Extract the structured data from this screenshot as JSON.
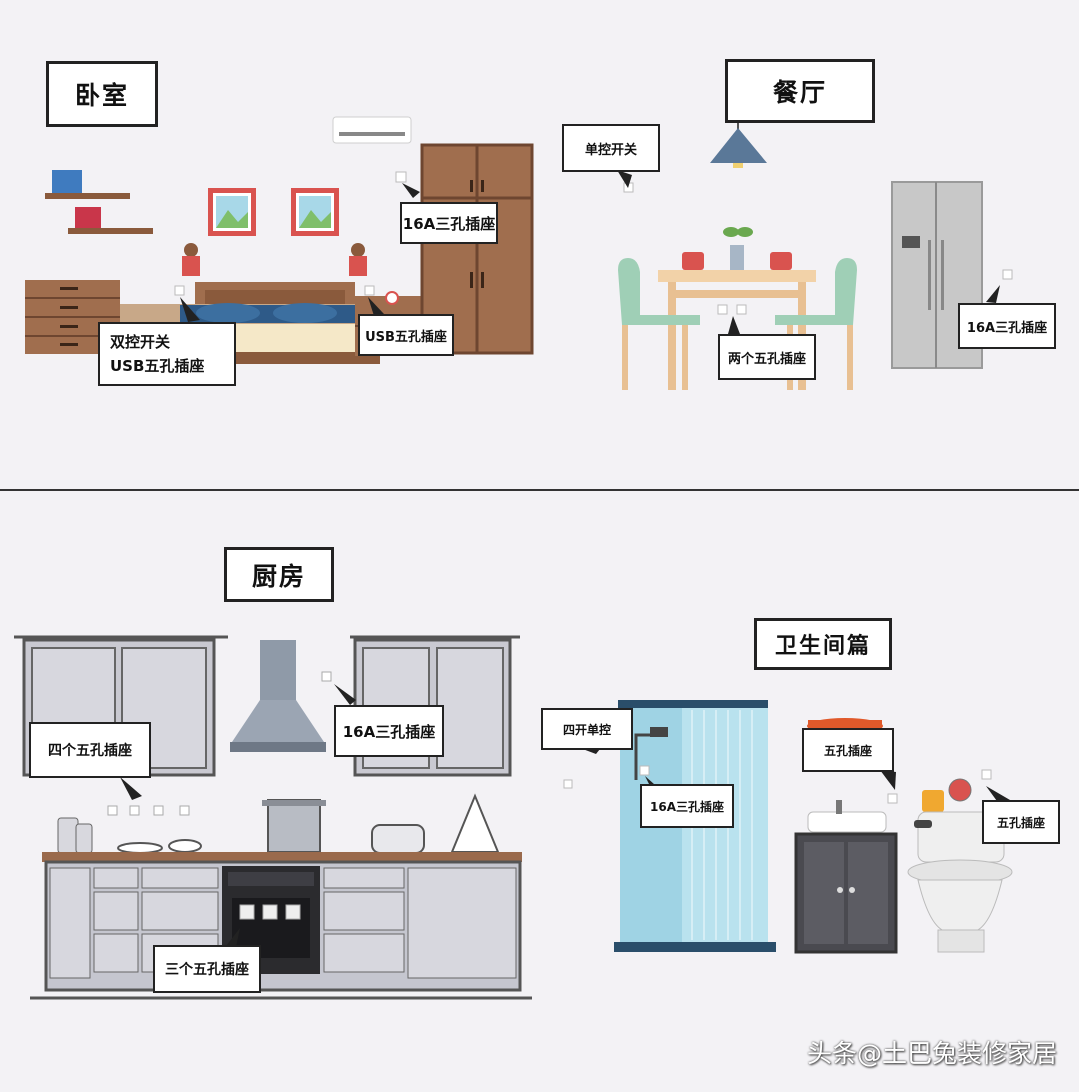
{
  "sections": {
    "bedroom": {
      "title": "卧室",
      "callouts": {
        "ac_socket": "16A三孔插座",
        "bed_left_line1": "双控开关",
        "bed_left_line2": "USB五孔插座",
        "bed_right": "USB五孔插座"
      }
    },
    "dining": {
      "title": "餐厅",
      "callouts": {
        "switch": "单控开关",
        "table": "两个五孔插座",
        "fridge": "16A三孔插座"
      }
    },
    "kitchen": {
      "title": "厨房",
      "callouts": {
        "counter": "四个五孔插座",
        "hood": "16A三孔插座",
        "oven": "三个五孔插座"
      }
    },
    "bathroom": {
      "title": "卫生间篇",
      "callouts": {
        "switch": "四开单控",
        "shower": "16A三孔插座",
        "mirror": "五孔插座",
        "toilet": "五孔插座"
      }
    }
  },
  "watermark": "头条@土巴兔装修家居",
  "colors": {
    "background": "#f3f2f5",
    "wood": "#9a6a4c",
    "accent_red": "#c9364a",
    "chair_green": "#9fcfb6",
    "shower_blue": "#9fd3e4"
  }
}
